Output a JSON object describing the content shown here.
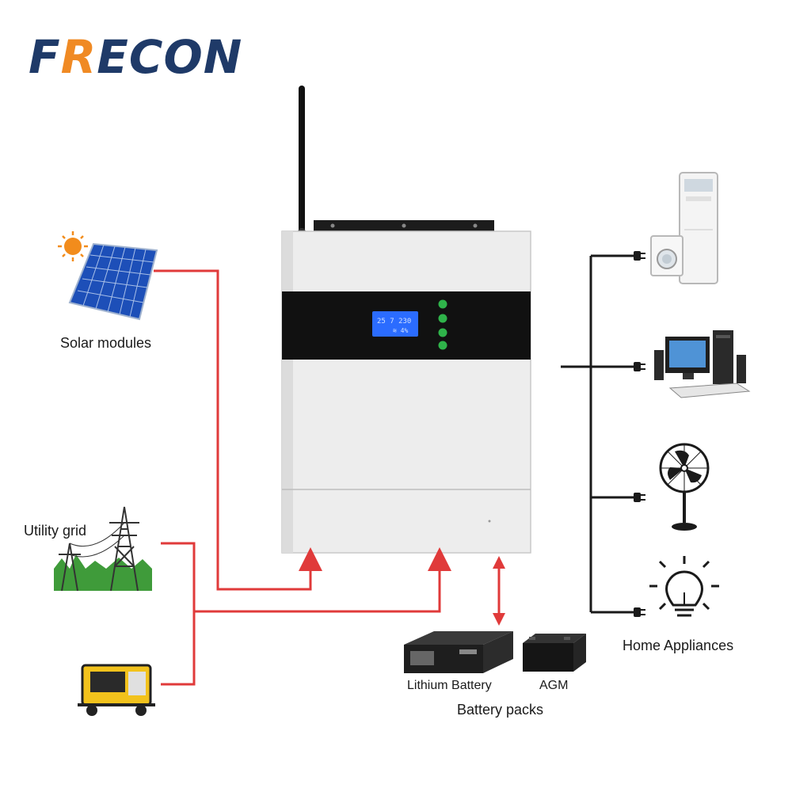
{
  "brand": {
    "first_letter": "F",
    "accent_letter": "R",
    "rest": "ECON",
    "logo_text": "FRECON",
    "primary_color": "#1f3a68",
    "accent_color": "#f08a24"
  },
  "labels": {
    "solar": "Solar modules",
    "grid": "Utility grid",
    "lithium": "Lithium Battery",
    "agm": "AGM",
    "battery_packs": "Battery packs",
    "home": "Home Appliances"
  },
  "colors": {
    "line_red": "#e03a3a",
    "line_black": "#1a1a1a",
    "inverter_body": "#ececec",
    "inverter_band": "#111111",
    "lcd": "#2b6cff",
    "button_green": "#2fb34a"
  },
  "icons": [
    "antenna-icon",
    "sun-icon",
    "solar-panel-icon",
    "power-tower-icon",
    "generator-icon",
    "lithium-battery-icon",
    "agm-battery-icon",
    "air-conditioner-icon",
    "washing-machine-icon",
    "desktop-computer-icon",
    "fan-icon",
    "light-bulb-icon",
    "plug-icon"
  ]
}
